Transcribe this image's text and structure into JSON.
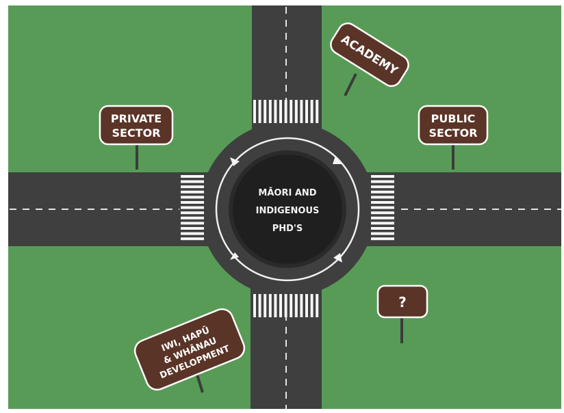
{
  "colors": {
    "background": "#ffffff",
    "grass": "#579b57",
    "road": "#3f3f3f",
    "road_edge": "#2e2e2e",
    "island": "#1f1f1f",
    "sign_board": "#5a3427",
    "sign_border": "#ffffff",
    "marking": "#ffffff"
  },
  "center": {
    "lines": [
      "MĀORI AND",
      "INDIGENOUS",
      "PHD'S"
    ]
  },
  "signs": {
    "academy": {
      "lines": [
        "ACADEMY"
      ]
    },
    "private_sector": {
      "lines": [
        "PRIVATE",
        "SECTOR"
      ]
    },
    "public_sector": {
      "lines": [
        "PUBLIC",
        "SECTOR"
      ]
    },
    "iwi_hapu_whanau": {
      "lines": [
        "IWI, HAPŪ",
        "& WHĀNAU",
        "DEVELOPMENT"
      ]
    },
    "unknown": {
      "lines": [
        "?"
      ]
    }
  },
  "icons": [
    "circulation-arrow-icon"
  ]
}
